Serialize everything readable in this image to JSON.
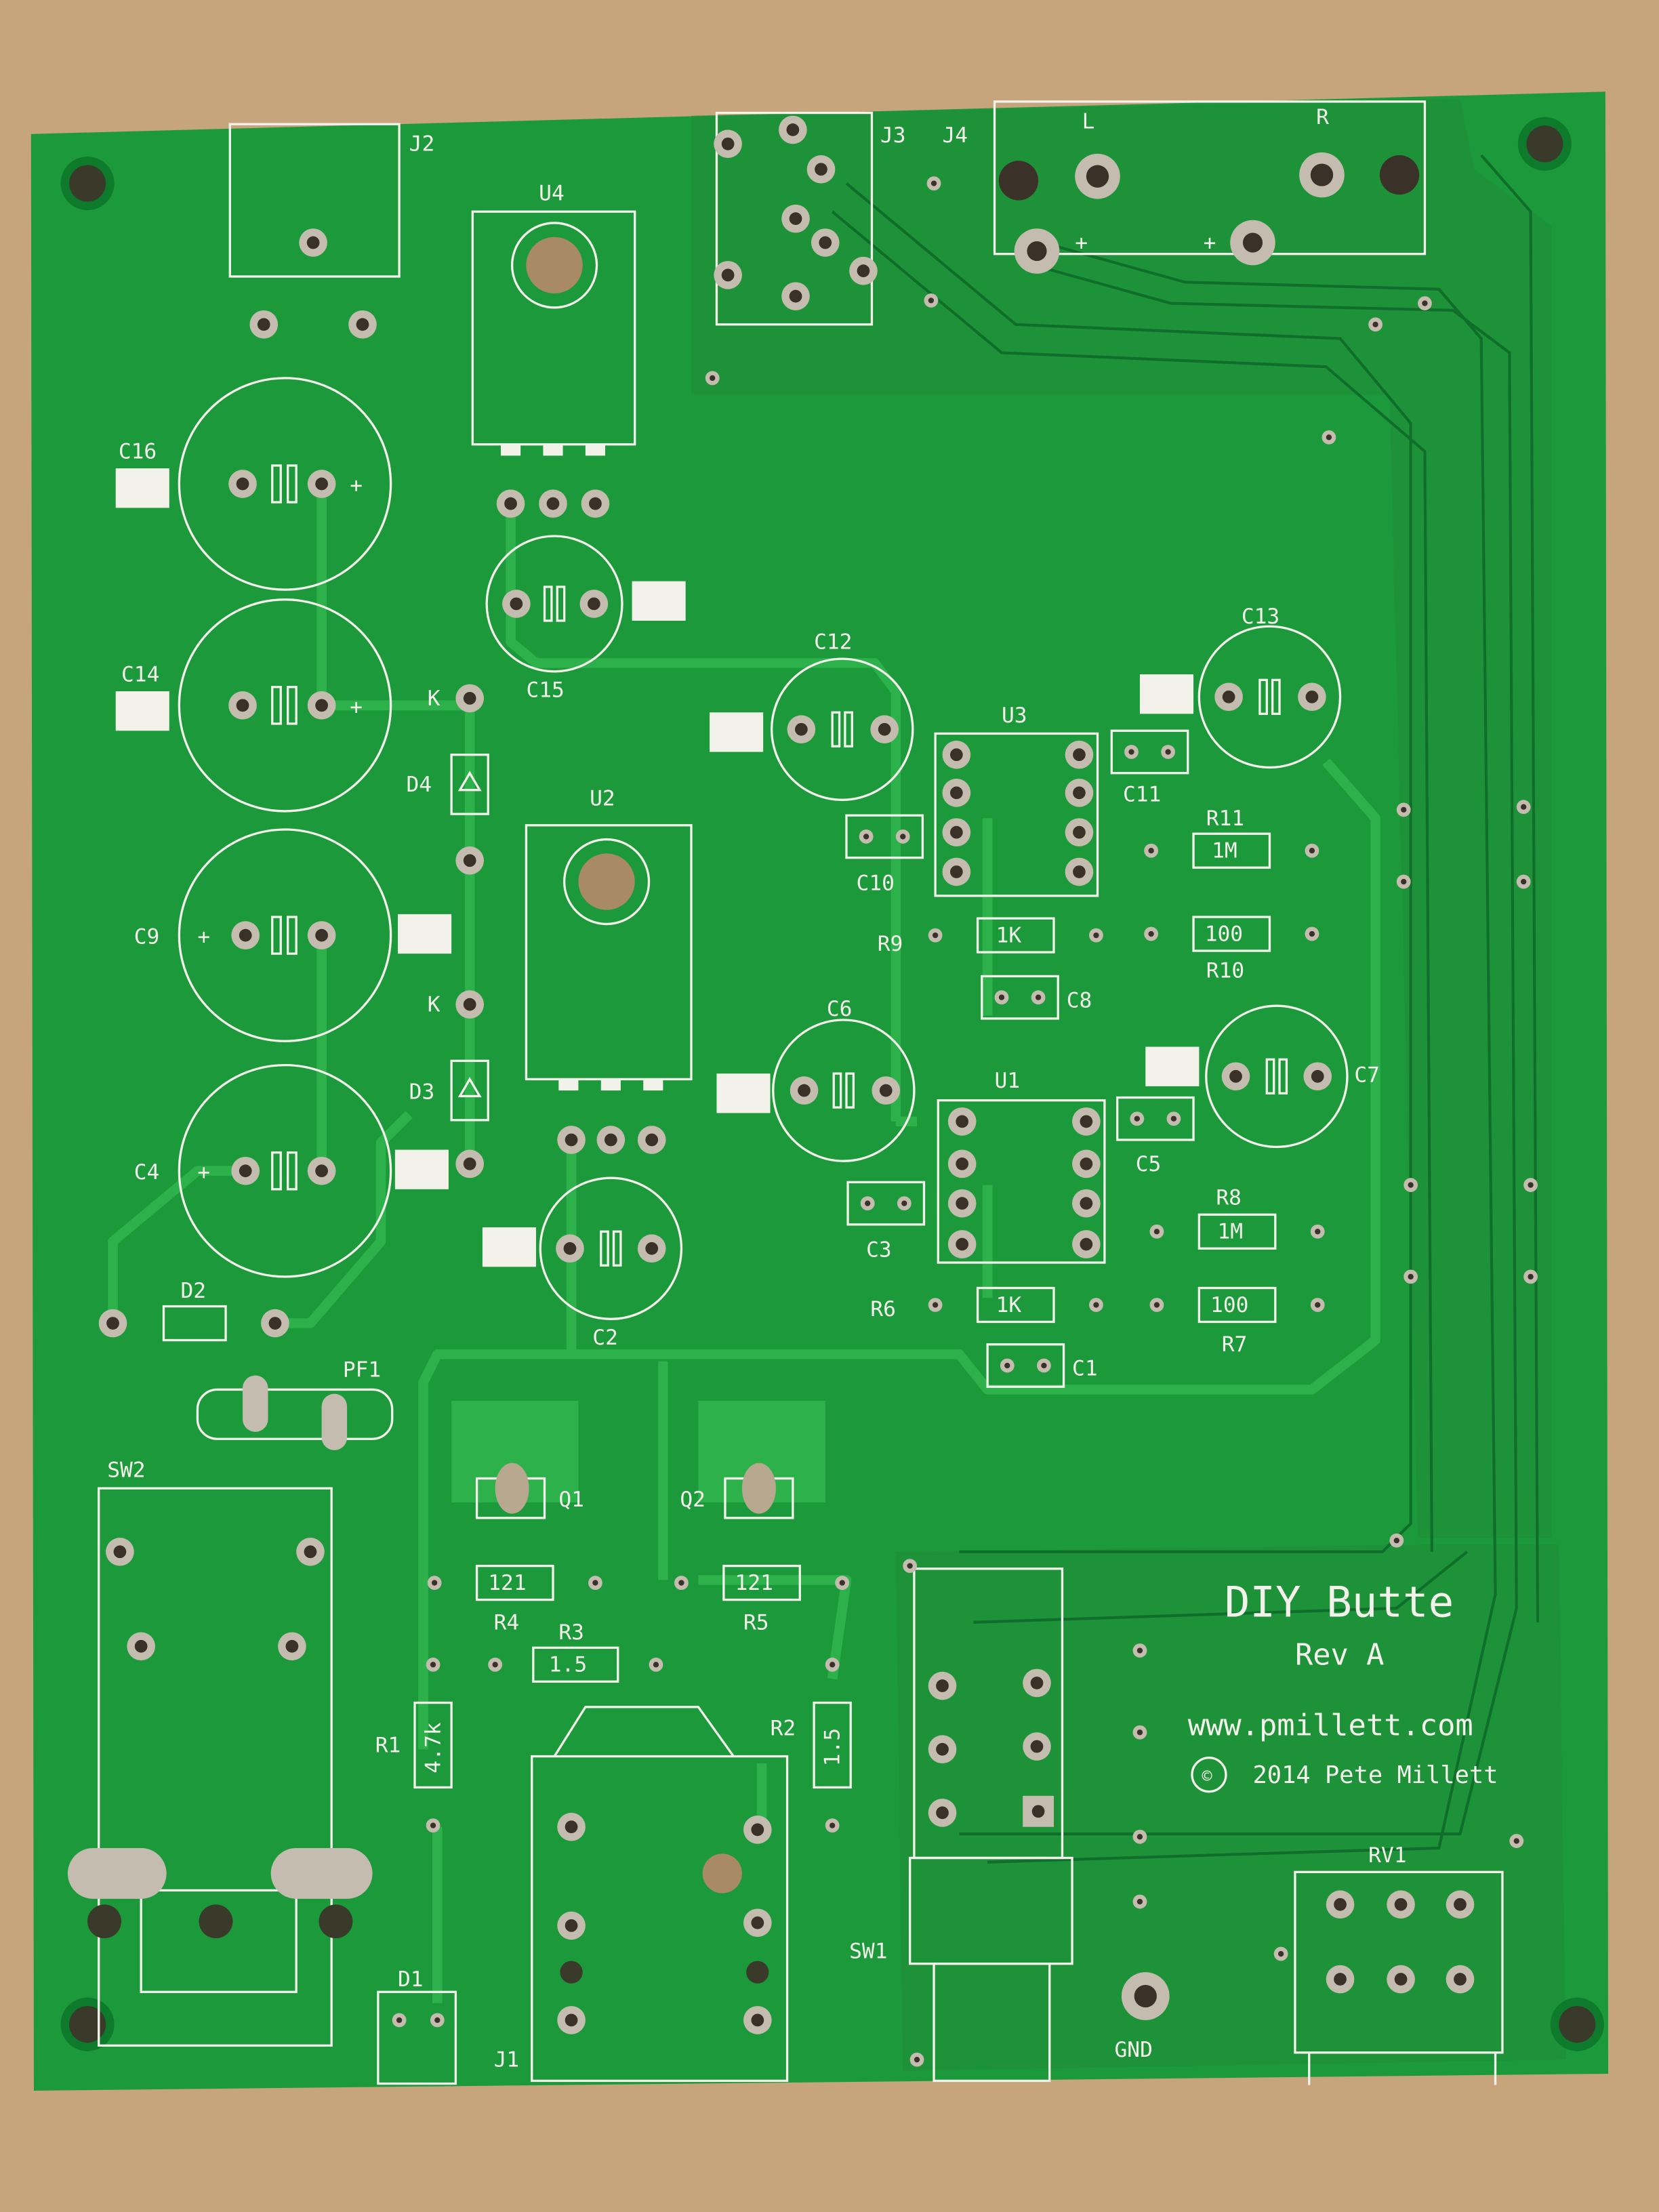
{
  "board": {
    "title": "DIY Butte",
    "revision": "Rev A",
    "website": "www.pmillett.com",
    "copyright_symbol": "©",
    "copyright": "2014 Pete Millett",
    "colors": {
      "solder_mask": "#1c9a3b",
      "silkscreen": "#f2f2ea",
      "background": "#c6a47c",
      "pads": "#c4bcae"
    }
  },
  "labels": {
    "J2": "J2",
    "J3": "J3",
    "J4": "J4",
    "L": "L",
    "R": "R",
    "U4": "U4",
    "C16": "C16",
    "C14": "C14",
    "C9": "C9",
    "C4": "C4",
    "C15": "C15",
    "C12": "C12",
    "C13": "C13",
    "C11": "C11",
    "C10": "C10",
    "C8": "C8",
    "C6": "C6",
    "C7": "C7",
    "C5": "C5",
    "C3": "C3",
    "C2": "C2",
    "C1": "C1",
    "U3": "U3",
    "U2": "U2",
    "U1": "U1",
    "R11": "R11",
    "R10": "R10",
    "R9": "R9",
    "R8": "R8",
    "R7": "R7",
    "R6": "R6",
    "R4": "R4",
    "R5": "R5",
    "R3": "R3",
    "R2": "R2",
    "R1": "R1",
    "D4": "D4",
    "D3": "D3",
    "D2": "D2",
    "D1": "D1",
    "K1": "K",
    "K2": "K",
    "PF1": "PF1",
    "SW2": "SW2",
    "SW1": "SW1",
    "Q1": "Q1",
    "Q2": "Q2",
    "J1": "J1",
    "RV1": "RV1",
    "GND": "GND",
    "plus": "+"
  },
  "values": {
    "R11": "1M",
    "R10": "100",
    "R9": "1K",
    "R8": "1M",
    "R7": "100",
    "R6": "1K",
    "R4": "121",
    "R5": "121",
    "R3": "1.5",
    "R2": "1.5",
    "R1": "4.7k"
  }
}
